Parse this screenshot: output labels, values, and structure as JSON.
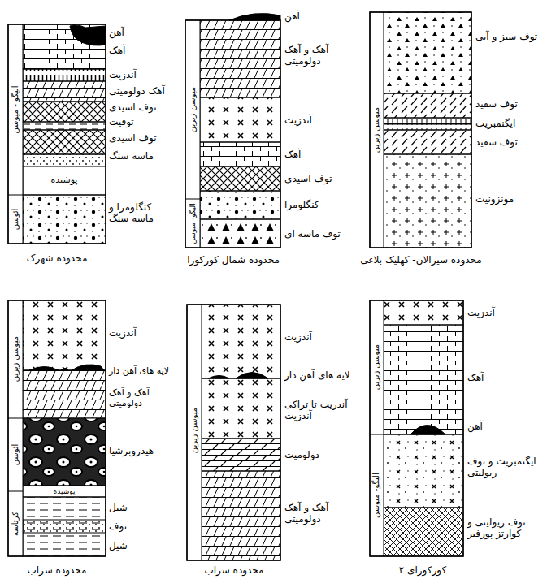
{
  "diagram": {
    "labels": [
      "الیگو - میوسن",
      "ائوسن",
      "آهن",
      "آهک",
      "آندزیت",
      "آهک دولومیتی",
      "توف اسیدی",
      "توفیت",
      "توف اسیدی",
      "ماسه سنگ",
      "پوشیده",
      "کنگلومرا و ماسه سنگ",
      "محدوده شهرک",
      "میوسن زیرین",
      "الیگو- میوسن",
      "آهن",
      "آهک و آهک دولومیتی",
      "آندزیت",
      "آهک",
      "توف اسیدی",
      "کنگلومرا",
      "توف ماسه ای",
      "محدوده شمال کورکورا",
      "میوسن زیرین",
      "توف سبز و آبی",
      "توف سفید",
      "ایگنمبریت",
      "توف سفید",
      "مونزونیت",
      "محدوده سیرالان- کهلیک بلاغی",
      "میوسن زیرین",
      "ائوسن",
      "کرتاسه",
      "آندزیت",
      "لایه های آهن دار",
      "آهک و آهک دولومیتی",
      "هیدروبرشیا",
      "پوشیده",
      "شیل",
      "توف",
      "شیل",
      "محدوده سراب",
      "میوسن زیرین",
      "آندزیت",
      "لایه های آهن دار",
      "آندزیت تا تراکی آندزیت",
      "دولومیت",
      "آهک و آهک دولومیتی",
      "محدوده سراب",
      "میوسن زیرین",
      "الیگو- میوسن",
      "آندزیت",
      "آهک",
      "آهن",
      "ایگنمبریت و توف ریولیتی",
      "توف ریولیتی و کوارتز پورفیر",
      "کورکورای ۲"
    ]
  }
}
